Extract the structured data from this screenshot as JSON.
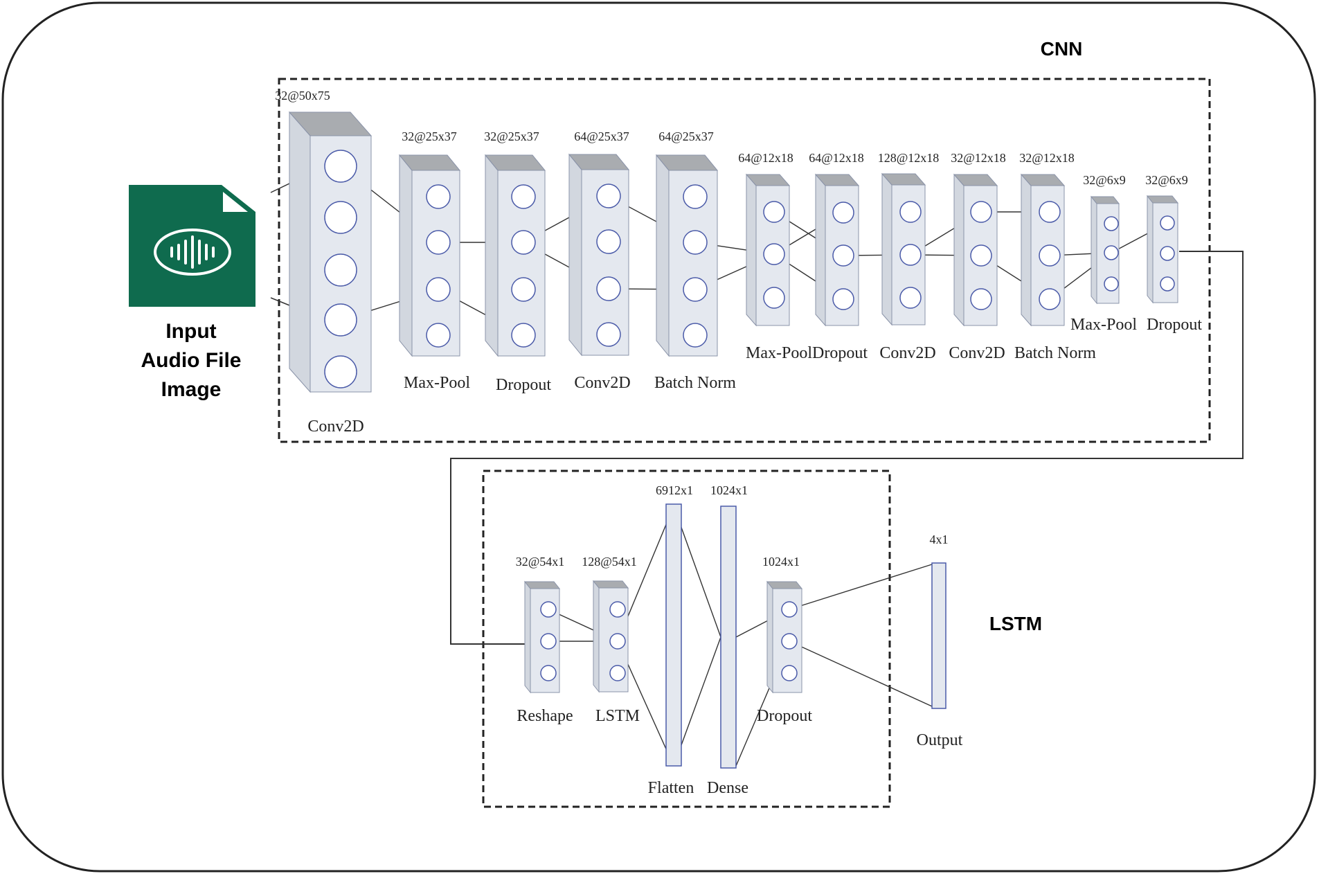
{
  "input": {
    "label_lines": [
      "Input",
      "Audio File",
      "Image"
    ],
    "icon": "audio-file-icon",
    "icon_color": "#0f6b4e"
  },
  "cnn": {
    "section_label": "CNN",
    "layers": [
      {
        "name": "Conv2D",
        "shape": "32@50x75"
      },
      {
        "name": "Max-Pool",
        "shape": "32@25x37"
      },
      {
        "name": "Dropout",
        "shape": "32@25x37"
      },
      {
        "name": "Conv2D",
        "shape": "64@25x37"
      },
      {
        "name": "Batch Norm",
        "shape": "64@25x37"
      },
      {
        "name": "Max-Pool",
        "shape": "64@12x18"
      },
      {
        "name": "Dropout",
        "shape": "64@12x18"
      },
      {
        "name": "Conv2D",
        "shape": "128@12x18"
      },
      {
        "name": "Conv2D",
        "shape": "32@12x18"
      },
      {
        "name": "Batch Norm",
        "shape": "32@12x18"
      },
      {
        "name": "Max-Pool",
        "shape": "32@6x9"
      },
      {
        "name": "Dropout",
        "shape": "32@6x9"
      }
    ]
  },
  "lstm": {
    "section_label": "LSTM",
    "layers": [
      {
        "name": "Reshape",
        "shape": "32@54x1"
      },
      {
        "name": "LSTM",
        "shape": "128@54x1"
      },
      {
        "name": "Flatten",
        "shape": "6912x1"
      },
      {
        "name": "Dense",
        "shape": "1024x1"
      },
      {
        "name": "Dropout",
        "shape": "1024x1"
      },
      {
        "name": "Output",
        "shape": "4x1"
      }
    ]
  },
  "colors": {
    "block_front": "#e4e8ef",
    "block_side": "#d2d7df",
    "block_top": "#a9acb0",
    "node_stroke": "#4a5aa8",
    "border": "#222222"
  }
}
